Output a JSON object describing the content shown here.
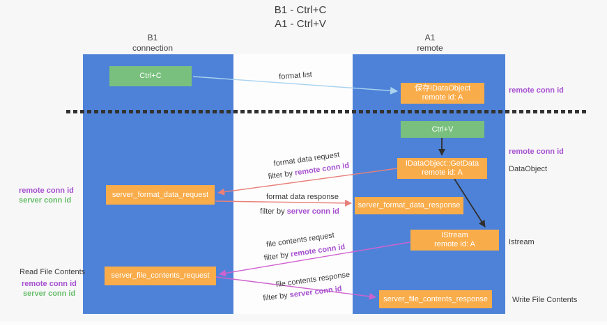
{
  "title": {
    "line1": "B1 - Ctrl+C",
    "line2": "A1 - Ctrl+V"
  },
  "lanes": {
    "left": {
      "name": "B1",
      "role": "connection"
    },
    "right": {
      "name": "A1",
      "role": "remote"
    }
  },
  "nodes": {
    "ctrl_c": {
      "label": "Ctrl+C"
    },
    "ctrl_v": {
      "label": "Ctrl+V"
    },
    "save_idataobject": {
      "line1": "保存IDataObject",
      "line2": "remote id: A"
    },
    "idataobject_getdata": {
      "line1": "IDataObject::GetData",
      "line2": "remote id: A"
    },
    "istream": {
      "line1": "IStream",
      "line2": "remote id: A"
    },
    "server_format_data_request": {
      "label": "server_format_data_request"
    },
    "server_format_data_response": {
      "label": "server_format_data_response"
    },
    "server_file_contents_request": {
      "label": "server_file_contents_request"
    },
    "server_file_contents_response": {
      "label": "server_file_contents_response"
    }
  },
  "flow_labels": {
    "format_list": "format list",
    "format_data_request": "format data request",
    "format_data_response": "format data response",
    "file_contents_request": "file contents request",
    "file_contents_response": "file contents response",
    "filter_by": "filter by",
    "remote_conn_id": "remote conn id",
    "server_conn_id": "server conn id"
  },
  "side_labels": {
    "remote_conn_id": "remote conn id",
    "server_conn_id": "server conn id",
    "dataobject": "DataObject",
    "istream": "Istream",
    "read_file_contents": "Read File Contents",
    "write_file_contents": "Write File Contents"
  },
  "colors": {
    "lane_blue": "#4e82d8",
    "node_green": "#79c07e",
    "node_orange": "#f9ac4a",
    "label_purple": "#a651cf",
    "label_green": "#67bd6a",
    "arrow_light_blue": "#a9d3ee",
    "arrow_salmon": "#e8807a",
    "arrow_magenta": "#cf63ce",
    "arrow_black": "#2f2f2f",
    "text_dark": "#3d3d3d"
  }
}
